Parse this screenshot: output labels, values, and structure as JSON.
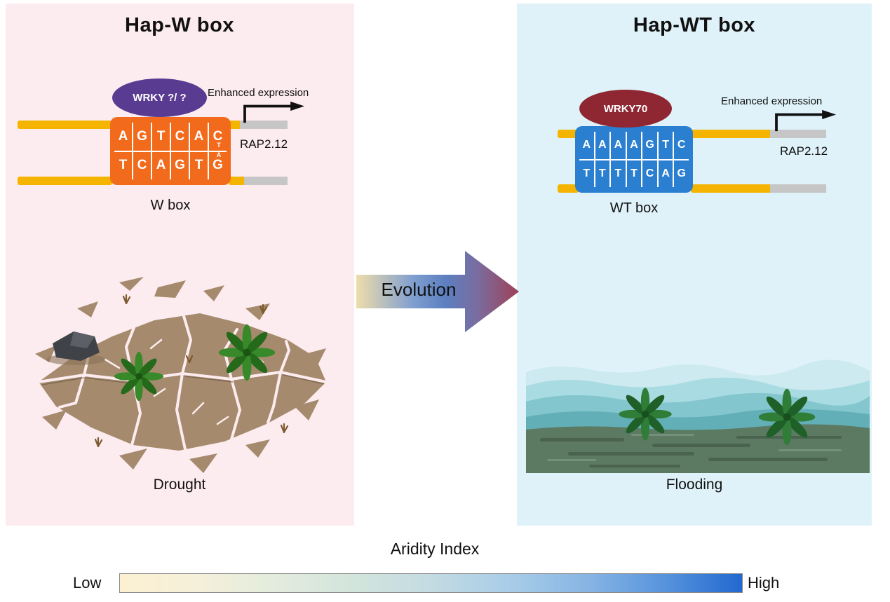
{
  "left_panel": {
    "title": "Hap-W box",
    "tf": "WRKY ?/ ?",
    "enhanced_expression": "Enhanced expression",
    "gene": "RAP2.12",
    "box_label": "W box",
    "environment": "Drought",
    "seq_top": [
      "A",
      "G",
      "T",
      "C",
      "A",
      "C"
    ],
    "seq_bottom": [
      "T",
      "C",
      "A",
      "G",
      "T",
      "G"
    ],
    "alt_top": "T",
    "alt_bottom": "A"
  },
  "right_panel": {
    "title": "Hap-WT box",
    "tf": "WRKY70",
    "enhanced_expression": "Enhanced expression",
    "gene": "RAP2.12",
    "box_label": "WT box",
    "environment": "Flooding",
    "seq_top": [
      "A",
      "A",
      "A",
      "A",
      "G",
      "T",
      "C"
    ],
    "seq_bottom": [
      "T",
      "T",
      "T",
      "T",
      "C",
      "A",
      "G"
    ]
  },
  "center": {
    "evolution_label": "Evolution"
  },
  "legend": {
    "title": "Aridity Index",
    "low": "Low",
    "high": "High"
  },
  "colors": {
    "left_bg": "#fdecef",
    "right_bg": "#dff2f9",
    "strand_yellow": "#f4b400",
    "utr_gray": "#c6c6c6",
    "wbox_orange": "#f26a1b",
    "wtbox_blue": "#2b7fd0",
    "wrky_purple": "#5a3b92",
    "wrky70_maroon": "#8e2731",
    "aridity_low_color": "#fcf0d2",
    "aridity_high_color": "#2268cf"
  }
}
